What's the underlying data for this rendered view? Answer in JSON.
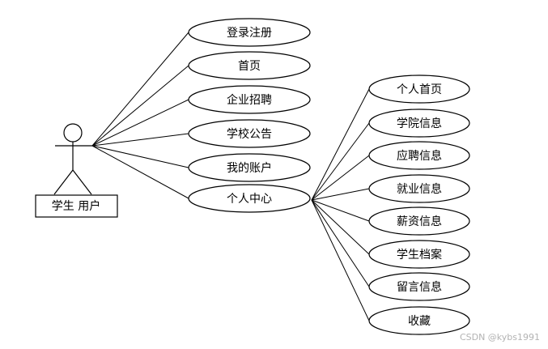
{
  "actor": {
    "label": "学生 用户"
  },
  "left_use_cases": [
    {
      "label": "登录注册"
    },
    {
      "label": "首页"
    },
    {
      "label": "企业招聘"
    },
    {
      "label": "学校公告"
    },
    {
      "label": "我的账户"
    },
    {
      "label": "个人中心"
    }
  ],
  "hub_use_case_index": 5,
  "right_use_cases": [
    {
      "label": "个人首页"
    },
    {
      "label": "学院信息"
    },
    {
      "label": "应聘信息"
    },
    {
      "label": "就业信息"
    },
    {
      "label": "薪资信息"
    },
    {
      "label": "学生档案"
    },
    {
      "label": "留言信息"
    },
    {
      "label": "收藏"
    }
  ],
  "watermark": "CSDN @kybs1991"
}
